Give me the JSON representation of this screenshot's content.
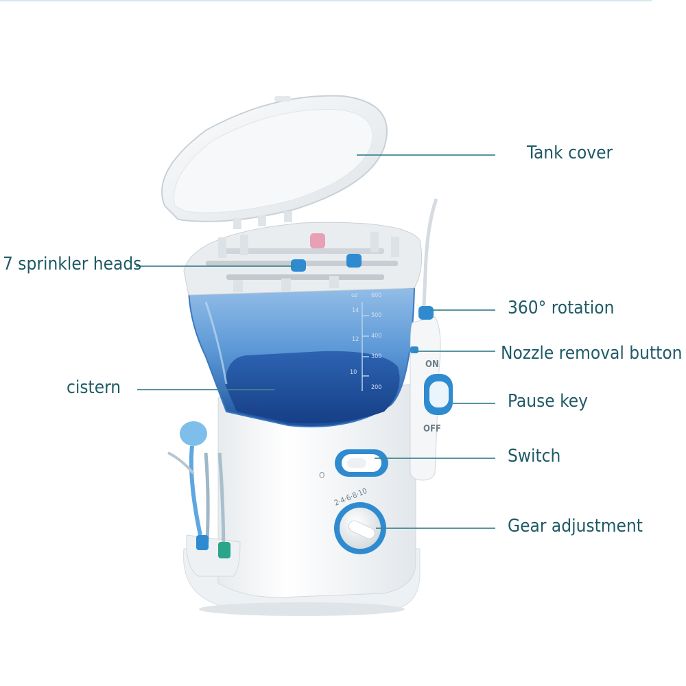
{
  "diagram": {
    "subject": "water flosser",
    "colors": {
      "accent": "#2f8bd0",
      "label": "#1f5a66",
      "leader": "#3f8591",
      "body": "#f3f5f7",
      "tank": "#2a6cc0"
    },
    "labels": {
      "tank_cover": "Tank cover",
      "sprinkler_heads": "7 sprinkler heads",
      "rotation": "360° rotation",
      "nozzle_button": "Nozzle removal button",
      "cistern": "cistern",
      "pause_key": "Pause key",
      "switch": "Switch",
      "gear": "Gear adjustment"
    },
    "markings": {
      "on": "ON",
      "off": "OFF",
      "zero": "O",
      "gear_scale": "2·4·6·8·10",
      "tank_scale": [
        "600",
        "500",
        "400",
        "300",
        "200"
      ],
      "tank_scale_left": [
        "14",
        "12",
        "10"
      ],
      "tank_scale_top": "oz"
    }
  }
}
